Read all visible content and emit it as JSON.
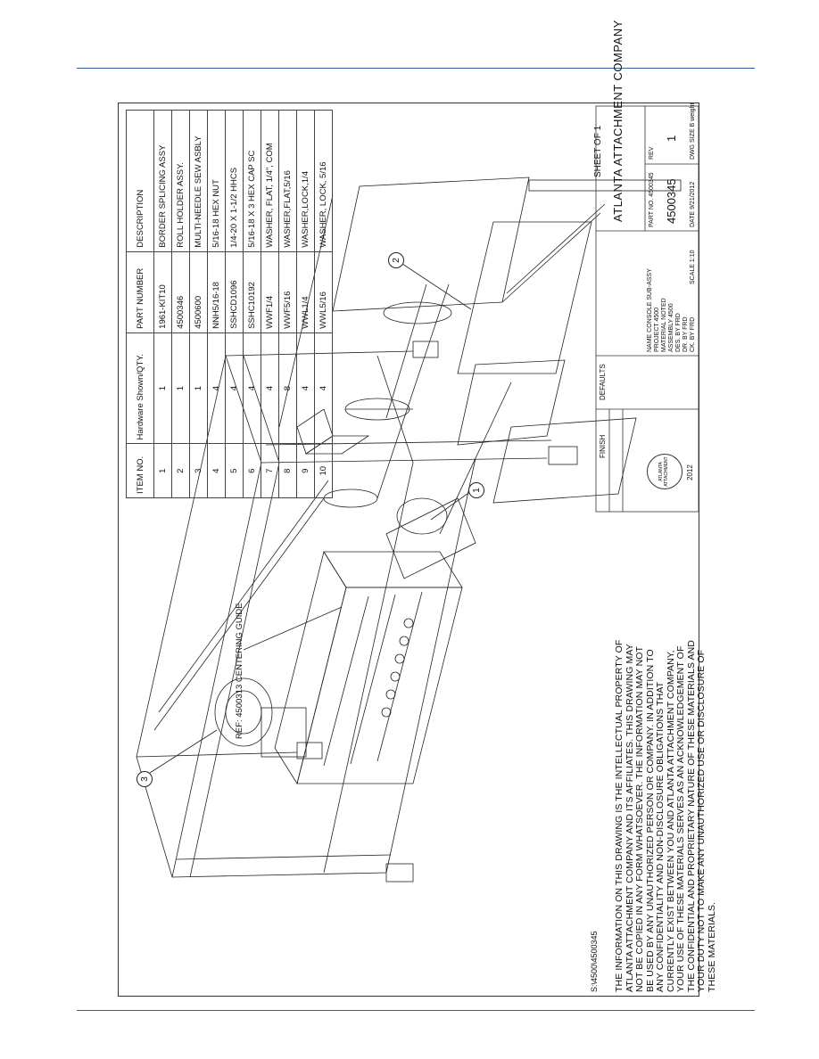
{
  "bom": {
    "headers": {
      "item": "ITEM NO.",
      "qty": "Hardware Shown/QTY.",
      "part": "PART NUMBER",
      "desc": "DESCRIPTION"
    },
    "rows": [
      {
        "item": "1",
        "qty": "1",
        "part": "1961-KIT10",
        "desc": "BORDER SPLICING ASSY"
      },
      {
        "item": "2",
        "qty": "1",
        "part": "4500346",
        "desc": "ROLL HOLDER ASSY."
      },
      {
        "item": "3",
        "qty": "1",
        "part": "4500600",
        "desc": "MULTI-NEEDLE SEW ASBLY"
      },
      {
        "item": "4",
        "qty": "4",
        "part": "NNH5/16-18",
        "desc": "5/16-18 HEX NUT"
      },
      {
        "item": "5",
        "qty": "4",
        "part": "SSHCD1096",
        "desc": "1/4-20 X 1-1/2 HHCS"
      },
      {
        "item": "6",
        "qty": "4",
        "part": "SSHC10192",
        "desc": "5/16-18 X 3 HEX CAP SC"
      },
      {
        "item": "7",
        "qty": "4",
        "part": "WWF1/4",
        "desc": "WASHER, FLAT, 1/4\", COM"
      },
      {
        "item": "8",
        "qty": "8",
        "part": "WWF5/16",
        "desc": "WASHER,FLAT,5/16"
      },
      {
        "item": "9",
        "qty": "4",
        "part": "WWL1/4",
        "desc": "WASHER,LOCK,1/4"
      },
      {
        "item": "10",
        "qty": "4",
        "part": "WWL5/16",
        "desc": "WASHER, LOCK, 5/16"
      }
    ]
  },
  "note": "THE INFORMATION ON THIS DRAWING IS THE INTELLECTUAL PROPERTY OF ATLANTA ATTACHMENT COMPANY AND ITS AFFILIATES. THIS DRAWING MAY NOT BE COPIED IN ANY FORM WHATSOEVER. THE INFORMATION MAY NOT BE USED BY ANY UNAUTHORIZED PERSON OR COMPANY. IN ADDITION TO ANY CONFIDENTIALITY AND NON-DISCLOSURE OBLIGATIONS THAT CURRENTLY EXIST BETWEEN YOU AND ATLANTA ATTACHMENT COMPANY, YOUR USE OF THESE MATERIALS SERVES AS AN ACKNOWLEDGEMENT OF THE CONFIDENTIAL AND PROPRIETARY NATURE OF THESE MATERIALS AND YOUR DUTY NOT TO MAKE ANY UNAUTHORIZED USE OR DISCLOSURE OF THESE MATERIALS.",
  "file_path": "S:\\4500\\4500345",
  "ref_label": "REF: 4500313 CENTERING GUIDE",
  "callouts": [
    "1",
    "2",
    "3"
  ],
  "title_block": {
    "company": "ATLANTA ATTACHMENT COMPANY",
    "sheet": "SHEET   OF 1",
    "name": "NAME   CONSOLE SUB-ASSY",
    "project": "PROJECT   4500",
    "material": "MATERIAL  NOTED",
    "assembly": "ASSEMBLY  4500",
    "des_by": "DES. BY   FRD",
    "dr_by": "DR. BY   FRD",
    "ck_by": "CK. BY   FRD",
    "scale": "SCALE  1:10",
    "part_no_label": "PART NO.  4500345",
    "part_no": "4500345",
    "rev_label": "REV",
    "rev": "1",
    "date": "DATE  9/21/2012",
    "dwg_size": "DWG SIZE   B  weight",
    "finish": "FINISH",
    "defaults": "DEFAULTS",
    "year": "2012"
  }
}
